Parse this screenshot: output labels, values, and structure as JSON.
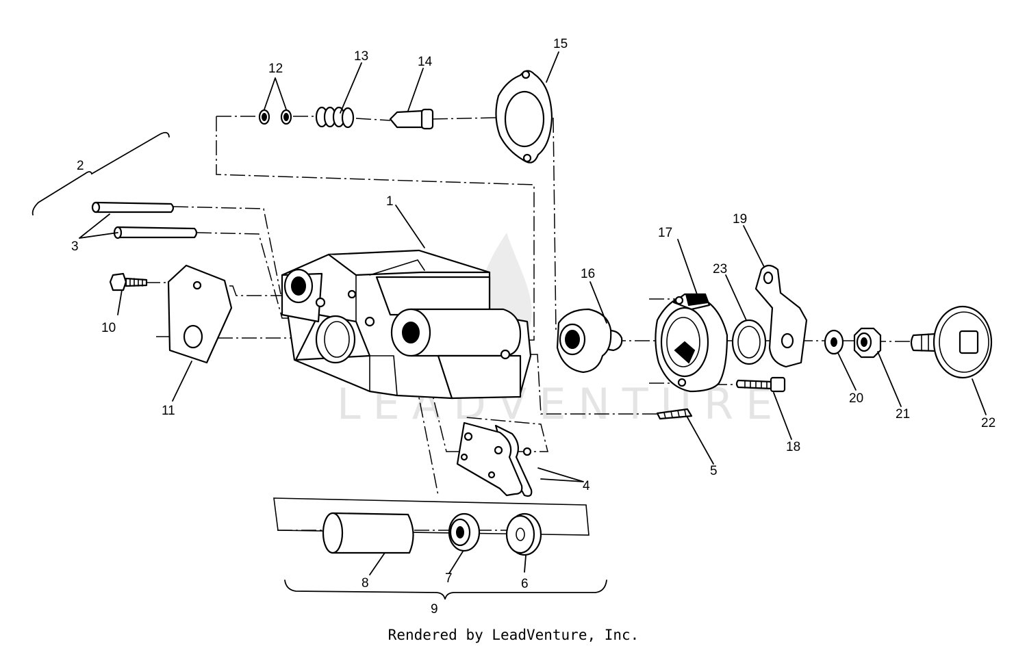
{
  "watermark": "LEADVENTURE",
  "credit": "Rendered by LeadVenture, Inc.",
  "callouts": [
    "1",
    "2",
    "3",
    "4",
    "5",
    "6",
    "7",
    "8",
    "9",
    "10",
    "11",
    "12",
    "13",
    "14",
    "15",
    "16",
    "17",
    "18",
    "19",
    "20",
    "21",
    "22",
    "23"
  ],
  "colors": {
    "ink": "#000000",
    "paper": "#ffffff",
    "watermark": "#e4e4e4"
  }
}
